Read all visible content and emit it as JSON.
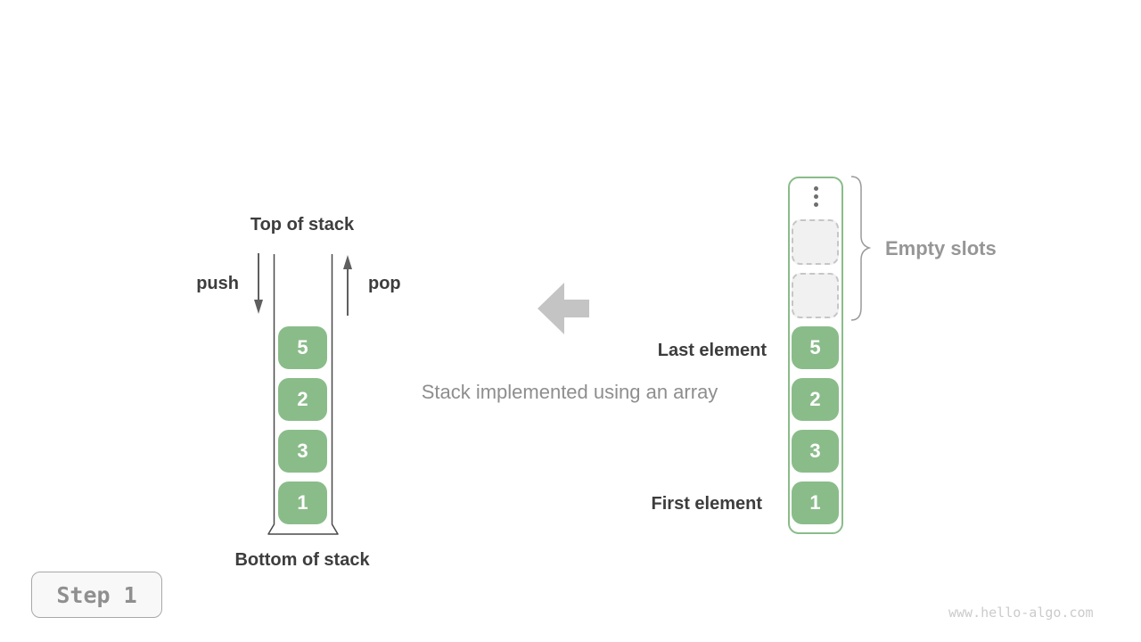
{
  "colors": {
    "element_green": "#8abc8a",
    "dark_text": "#3d3d3d",
    "gray_text": "#8e8e8e",
    "big_arrow_gray": "#c4c4c4",
    "empty_slot_bg": "#f1f1f1",
    "empty_slot_border": "#c6c6c6",
    "step_text": "#8f8f8f",
    "watermark_text": "#cbcbcb"
  },
  "left_stack": {
    "top_label": "Top of stack",
    "bottom_label": "Bottom of stack",
    "push_label": "push",
    "pop_label": "pop",
    "elements": [
      "5",
      "2",
      "3",
      "1"
    ]
  },
  "middle": {
    "caption": "Stack implemented using an array"
  },
  "array_stack": {
    "ellipsis": "vertical-ellipsis",
    "empty_slot_count": 2,
    "empty_slots_label": "Empty slots",
    "last_element_label": "Last element",
    "first_element_label": "First element",
    "elements": [
      "5",
      "2",
      "3",
      "1"
    ]
  },
  "footer": {
    "step_label": "Step 1",
    "watermark": "www.hello-algo.com"
  }
}
